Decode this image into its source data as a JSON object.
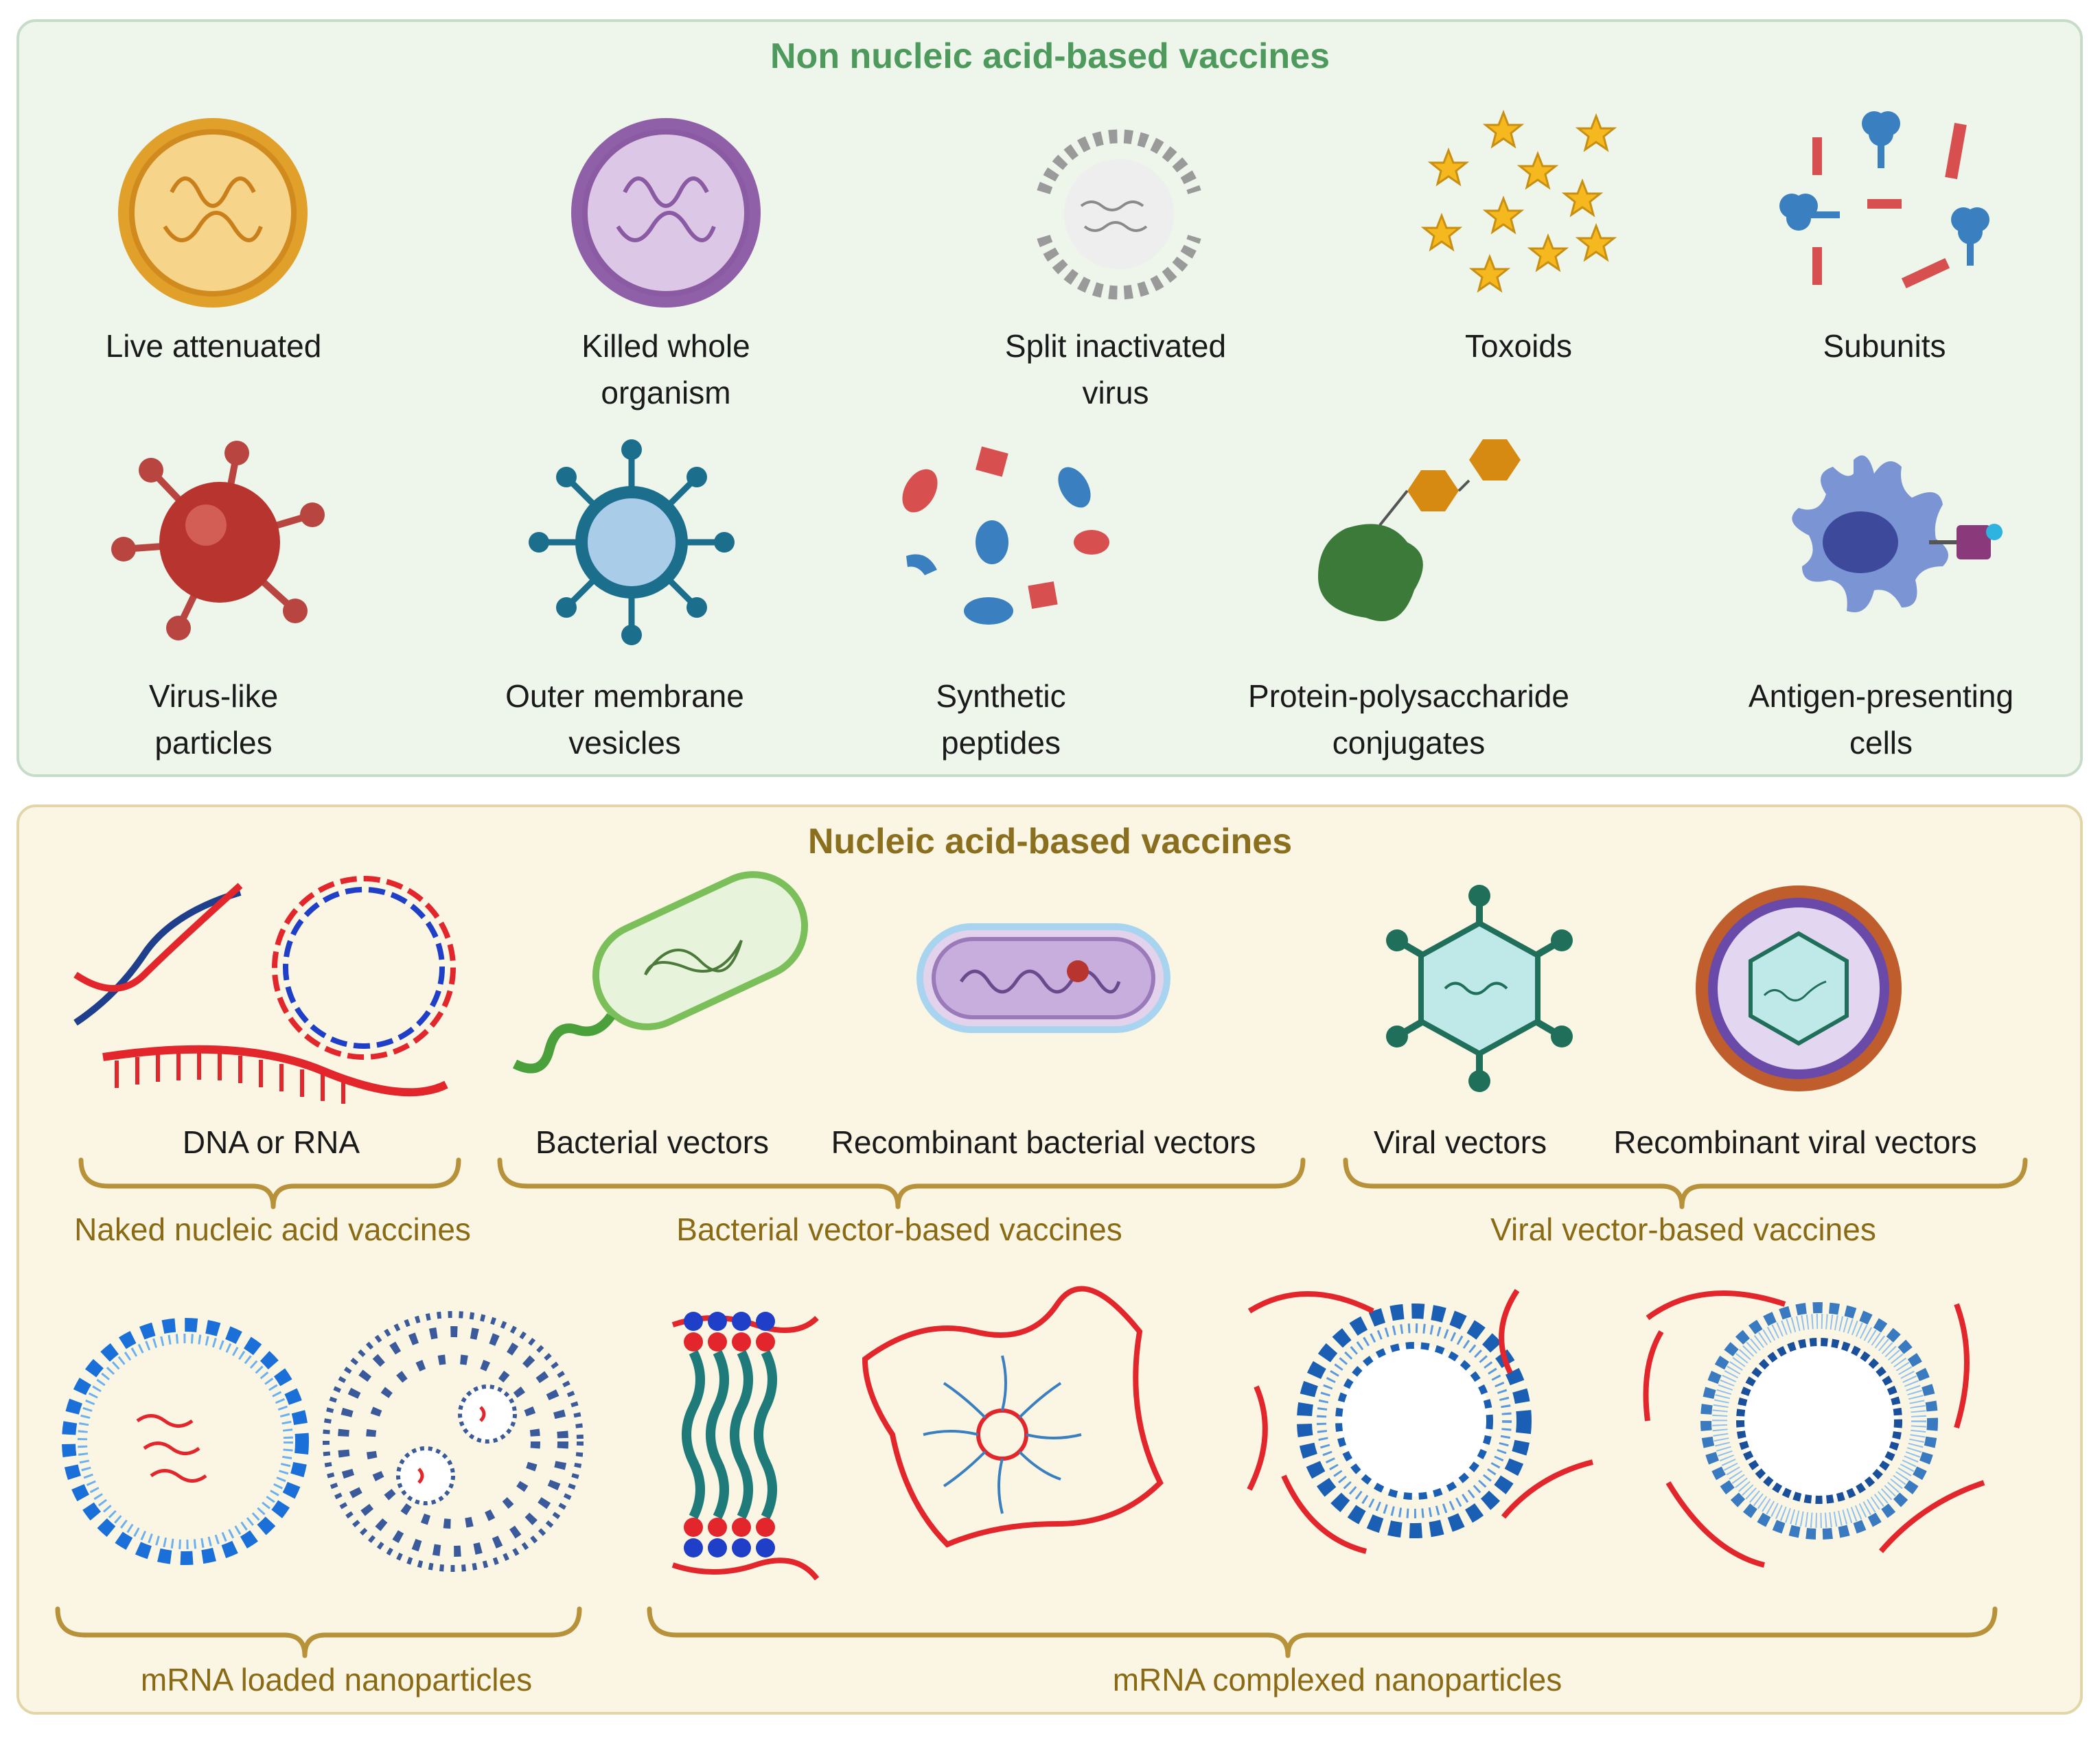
{
  "top_section": {
    "title": "Non nucleic acid-based vaccines",
    "items": [
      {
        "line1": "Live attenuated",
        "line2": ""
      },
      {
        "line1": "Killed whole",
        "line2": "organism"
      },
      {
        "line1": "Split inactivated",
        "line2": "virus"
      },
      {
        "line1": "Toxoids",
        "line2": ""
      },
      {
        "line1": "Subunits",
        "line2": ""
      },
      {
        "line1": "Virus-like",
        "line2": "particles"
      },
      {
        "line1": "Outer membrane",
        "line2": "vesicles"
      },
      {
        "line1": "Synthetic",
        "line2": "peptides"
      },
      {
        "line1": "Protein-polysaccharide",
        "line2": "conjugates"
      },
      {
        "line1": "Antigen-presenting",
        "line2": "cells"
      }
    ]
  },
  "bottom_section": {
    "title": "Nucleic acid-based vaccines",
    "items": [
      {
        "label": "DNA or RNA"
      },
      {
        "label": "Bacterial vectors"
      },
      {
        "label": "Recombinant bacterial vectors"
      },
      {
        "label": "Viral vectors"
      },
      {
        "label": "Recombinant viral vectors"
      }
    ],
    "groups": [
      {
        "label": "Naked nucleic acid vaccines"
      },
      {
        "label": "Bacterial vector-based vaccines"
      },
      {
        "label": "Viral vector-based vaccines"
      },
      {
        "label": "mRNA loaded nanoparticles"
      },
      {
        "label": "mRNA complexed nanoparticles"
      }
    ]
  },
  "colors": {
    "top_title": "#4e9a5c",
    "bottom_title": "#8a6f1e",
    "bracket": "#b8923a",
    "group_label": "#8a6a14",
    "positive_charge": "#e3262b",
    "negative_charge": "#1f3fc8"
  }
}
